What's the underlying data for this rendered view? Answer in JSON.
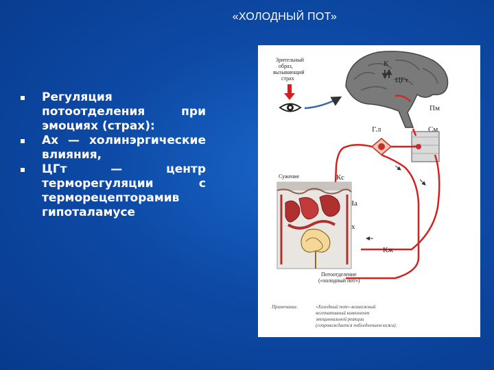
{
  "title": "«ХОЛОДНЫЙ ПОТ»",
  "bullets": [
    "Регуляция потоотделения при эмоциях (страх):",
    "Ах — холинэргические влияния,",
    "ЦГт — центр терморегуляции с терморецепторамив гипоталамусе"
  ],
  "figure": {
    "stimulus": [
      "Зрительный",
      "образ,",
      "вызывающий",
      "страх"
    ],
    "labels": {
      "k": "К",
      "cgt": "ЦГт",
      "pm": "Пм",
      "gl": "Г.л",
      "sm": "См",
      "narrowing": "Сужение",
      "ks": "Кс",
      "na": "На",
      "ax": "Ах",
      "kzh": "Кж"
    },
    "sweat": [
      "Потоотделение",
      "(«холодный пот»)"
    ],
    "note_label": "Примечание.",
    "note": [
      "«Холодный пот»-возможный",
      "вегетативный компонент",
      "эмоциональной реакции",
      "(сопровождается побледнением кожи)."
    ]
  }
}
